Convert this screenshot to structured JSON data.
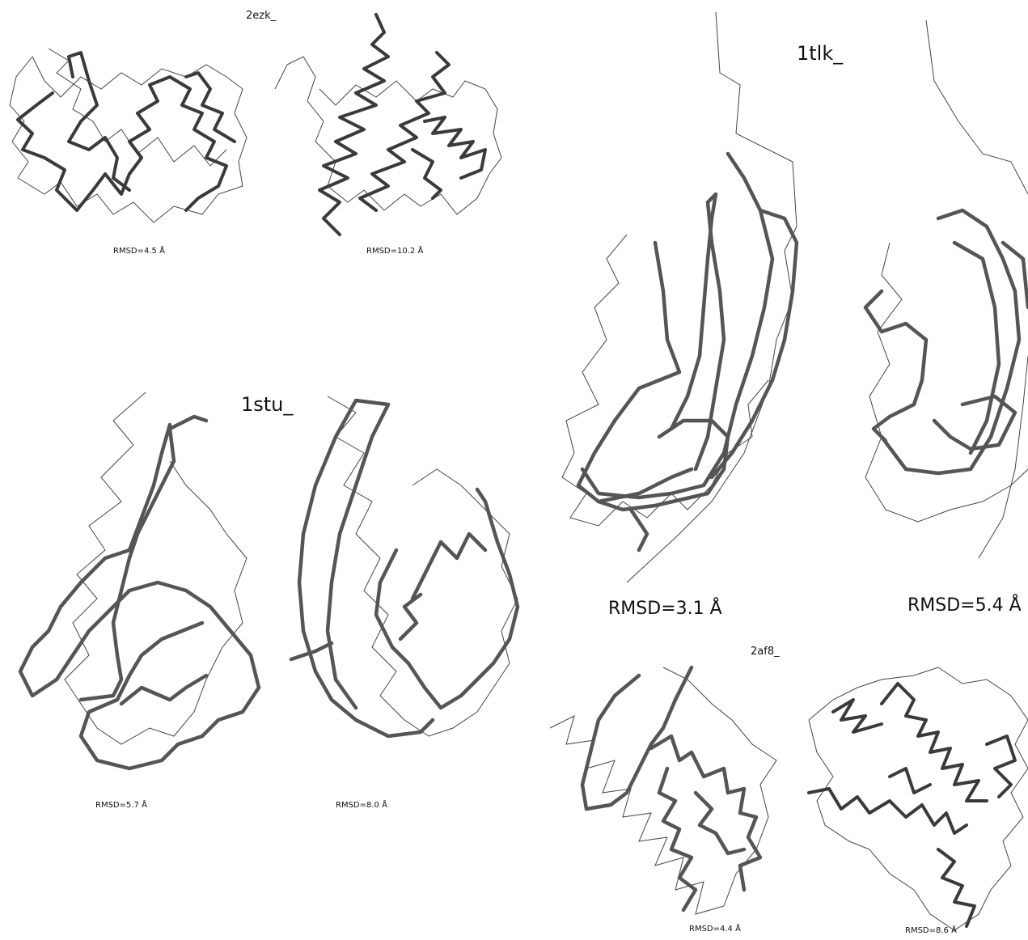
{
  "figure": {
    "panels": [
      {
        "id": "2ezk",
        "title": "2ezk_",
        "rmsd_left": "RMSD=4.5 Å",
        "rmsd_right": "RMSD=10.2 Å"
      },
      {
        "id": "1tlk",
        "title": "1tlk_",
        "rmsd_left": "RMSD=3.1 Å",
        "rmsd_right": "RMSD=5.4 Å"
      },
      {
        "id": "1stu",
        "title": "1stu_",
        "rmsd_left": "RMSD=5.7 Å",
        "rmsd_right": "RMSD=8.0 Å"
      },
      {
        "id": "2af8",
        "title": "2af8_",
        "rmsd_left": "RMSD=4.4 Å",
        "rmsd_right": "RMSD=8.6 Å"
      }
    ]
  }
}
